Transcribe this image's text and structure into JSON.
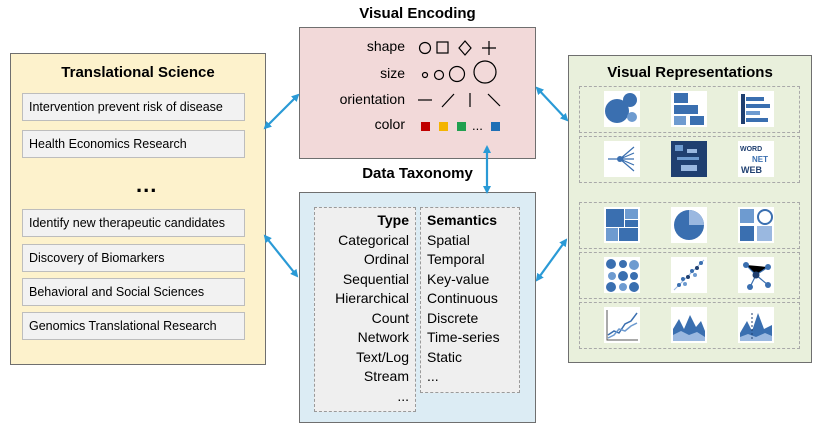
{
  "translational": {
    "title": "Translational Science",
    "items_top": [
      "Intervention prevent risk of disease",
      "Health Economics Research"
    ],
    "ellipsis": "...",
    "items_bottom": [
      "Identify new therapeutic candidates",
      "Discovery of Biomarkers",
      "Behavioral and Social Sciences",
      "Genomics Translational Research"
    ]
  },
  "encoding": {
    "title": "Visual Encoding",
    "rows": [
      "shape",
      "size",
      "orientation",
      "color"
    ],
    "color_ellipsis": "...",
    "colors": [
      "#c00000",
      "#f4b400",
      "#21a050",
      "#1f6fb5"
    ]
  },
  "taxonomy": {
    "title": "Data Taxonomy",
    "type_header": "Type",
    "types": [
      "Categorical",
      "Ordinal",
      "Sequential",
      "Hierarchical",
      "Count",
      "Network",
      "Text/Log",
      "Stream",
      "..."
    ],
    "semantics_header": "Semantics",
    "semantics": [
      "Spatial",
      "Temporal",
      "Key-value",
      "Continuous",
      "Discrete",
      "Time-series",
      "Static",
      "..."
    ]
  },
  "representations": {
    "title": "Visual Representations",
    "thumb_text": "WORD NET WEB"
  },
  "colors": {
    "translational_bg": "#fdf2cc",
    "encoding_bg": "#f2d9d9",
    "taxonomy_bg": "#dcecf4",
    "representations_bg": "#e9f0dc",
    "arrow": "#2a9ad6",
    "thumb_blue": "#3a6fb0"
  }
}
